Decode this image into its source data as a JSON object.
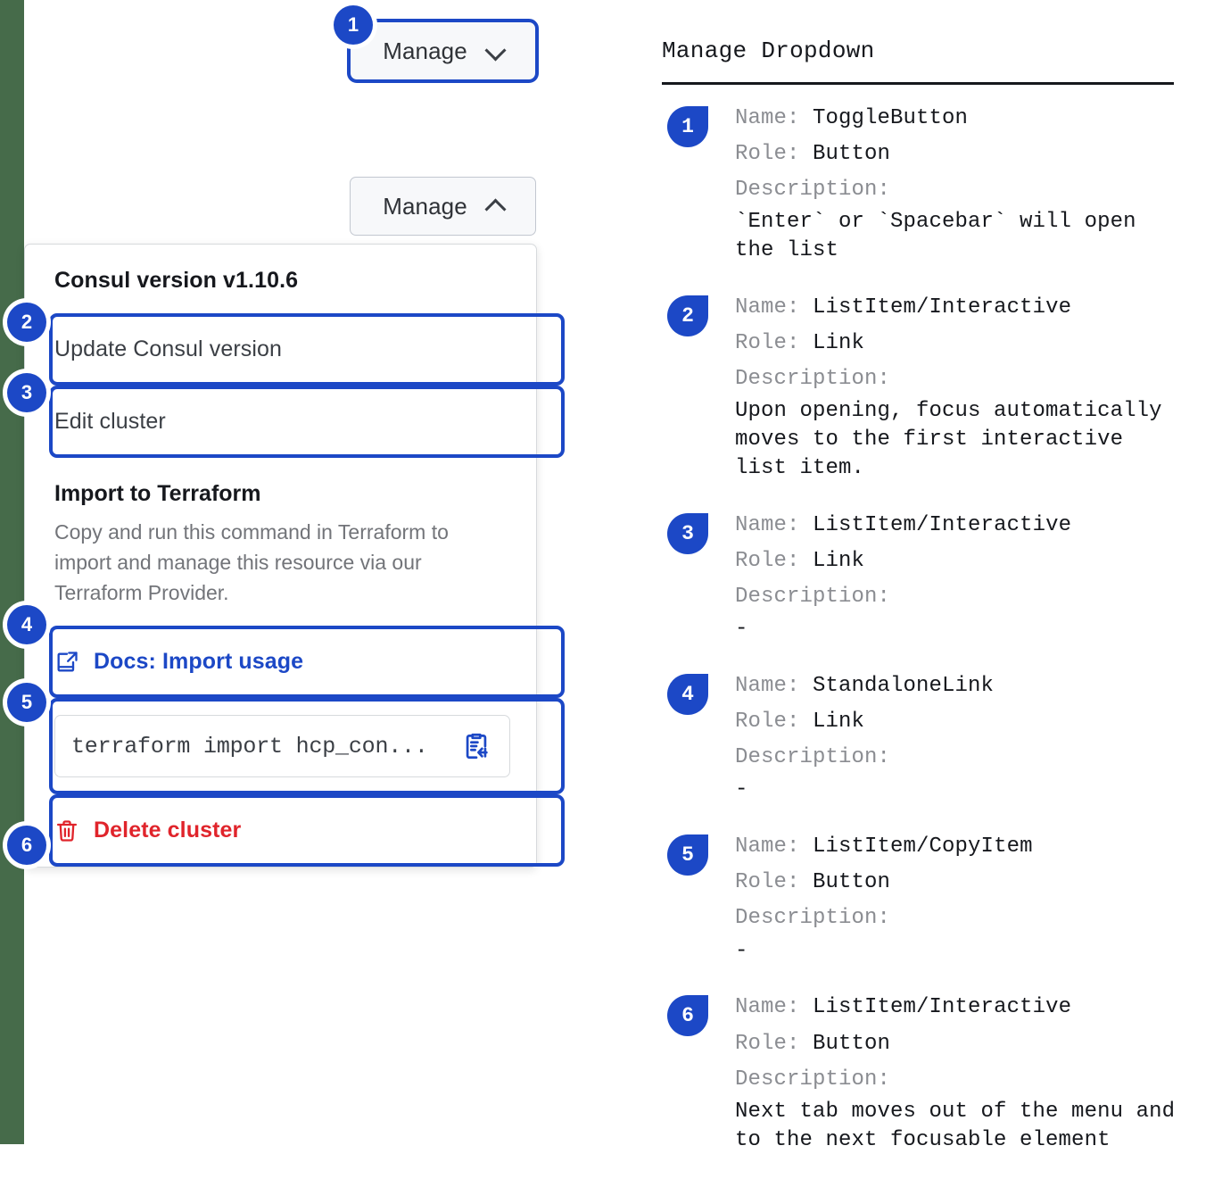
{
  "left": {
    "toggle_collapsed": {
      "label": "Manage",
      "icon": "chevron-down-icon"
    },
    "toggle_expanded": {
      "label": "Manage",
      "icon": "chevron-up-icon"
    },
    "dropdown": {
      "header": "Consul version v1.10.6",
      "items": [
        {
          "label": "Update Consul version"
        },
        {
          "label": "Edit cluster"
        }
      ],
      "terraform": {
        "title": "Import to Terraform",
        "description": "Copy and run this command in Terraform to import and manage this resource via our Terraform Provider.",
        "docs_link": "Docs: Import usage",
        "docs_icon": "docs-external-link-icon",
        "command": "terraform import hcp_con...",
        "copy_icon": "clipboard-copy-icon"
      },
      "delete": {
        "label": "Delete cluster",
        "icon": "trash-icon"
      }
    },
    "badges": [
      "1",
      "2",
      "3",
      "4",
      "5",
      "6"
    ]
  },
  "right": {
    "title": "Manage Dropdown",
    "labels": {
      "name": "Name:",
      "role": "Role:",
      "description": "Description:"
    },
    "items": [
      {
        "badge": "1",
        "name": "ToggleButton",
        "role": "Button",
        "description": "`Enter` or `Spacebar` will open\nthe list"
      },
      {
        "badge": "2",
        "name": "ListItem/Interactive",
        "role": "Link",
        "description": "Upon opening, focus automatically\nmoves to the first interactive\nlist item."
      },
      {
        "badge": "3",
        "name": "ListItem/Interactive",
        "role": "Link",
        "description": "-"
      },
      {
        "badge": "4",
        "name": "StandaloneLink",
        "role": "Link",
        "description": "-"
      },
      {
        "badge": "5",
        "name": "ListItem/CopyItem",
        "role": "Button",
        "description": "-"
      },
      {
        "badge": "6",
        "name": "ListItem/Interactive",
        "role": "Button",
        "description": "Next tab moves out of the menu and\nto the next focusable element"
      }
    ]
  },
  "colors": {
    "accent_blue": "#1c48c6",
    "danger_red": "#e0242b",
    "rail_green": "#466b4a",
    "muted_gray": "#8b8d92"
  }
}
